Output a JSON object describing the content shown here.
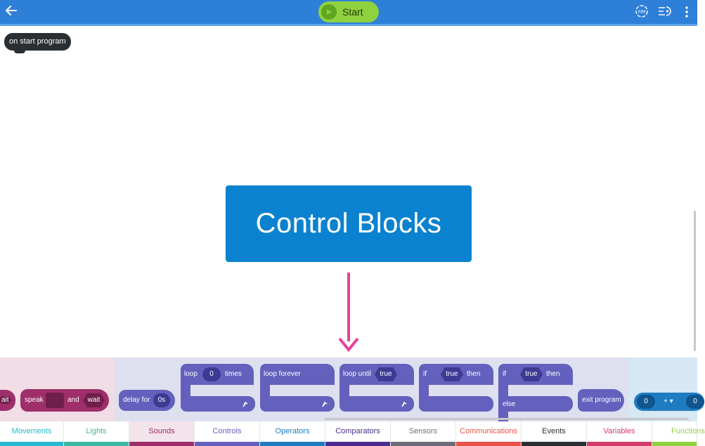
{
  "topbar": {
    "start_label": "Start",
    "aim_label": "AIM",
    "colors": {
      "bar": "#2e7fd8",
      "start": "#8fd13f"
    }
  },
  "canvas": {
    "start_block_label": "on start program",
    "callout_label": "Control Blocks",
    "callout_color": "#0a82cf",
    "arrow_color": "#e8409a"
  },
  "palette": {
    "sounds": {
      "partial_label": "ait",
      "speak_label": "speak",
      "and_label": "and",
      "wait_label": "wait"
    },
    "controls": {
      "delay_label": "delay for",
      "delay_value": "0s",
      "loop_label": "loop",
      "loop_count": "0",
      "times_label": "times",
      "loop_forever_label": "loop forever",
      "loop_until_label": "loop until",
      "loop_until_value": "true",
      "if_label": "if",
      "if_value": "true",
      "then_label": "then",
      "ifelse_label": "if",
      "ifelse_value": "true",
      "ifelse_then_label": "then",
      "else_label": "else",
      "exit_label": "exit program"
    },
    "operators": {
      "left_value": "0",
      "operator": "+ ▾",
      "right_value": "0"
    }
  },
  "tabs": [
    {
      "label": "Movements",
      "color": "#27b9cf",
      "text_color": "#27b9cf"
    },
    {
      "label": "Lights",
      "color": "#3db8a0",
      "text_color": "#3db8a0"
    },
    {
      "label": "Sounds",
      "color": "#9e2f6a",
      "text_color": "#9e2f6a",
      "active": true
    },
    {
      "label": "Controls",
      "color": "#6460bd",
      "text_color": "#6460bd"
    },
    {
      "label": "Operators",
      "color": "#1f7cc1",
      "text_color": "#1f7cc1"
    },
    {
      "label": "Comparators",
      "color": "#4a2c8f",
      "text_color": "#4a2c8f"
    },
    {
      "label": "Sensors",
      "color": "#6e6e7a",
      "text_color": "#6e6e7a"
    },
    {
      "label": "Communications",
      "color": "#e9534a",
      "text_color": "#e9534a"
    },
    {
      "label": "Events",
      "color": "#2a2f33",
      "text_color": "#2a2f33"
    },
    {
      "label": "Variables",
      "color": "#d23b6a",
      "text_color": "#d23b6a"
    },
    {
      "label": "Functions",
      "color": "#8fd13f",
      "text_color": "#8fd13f"
    }
  ]
}
